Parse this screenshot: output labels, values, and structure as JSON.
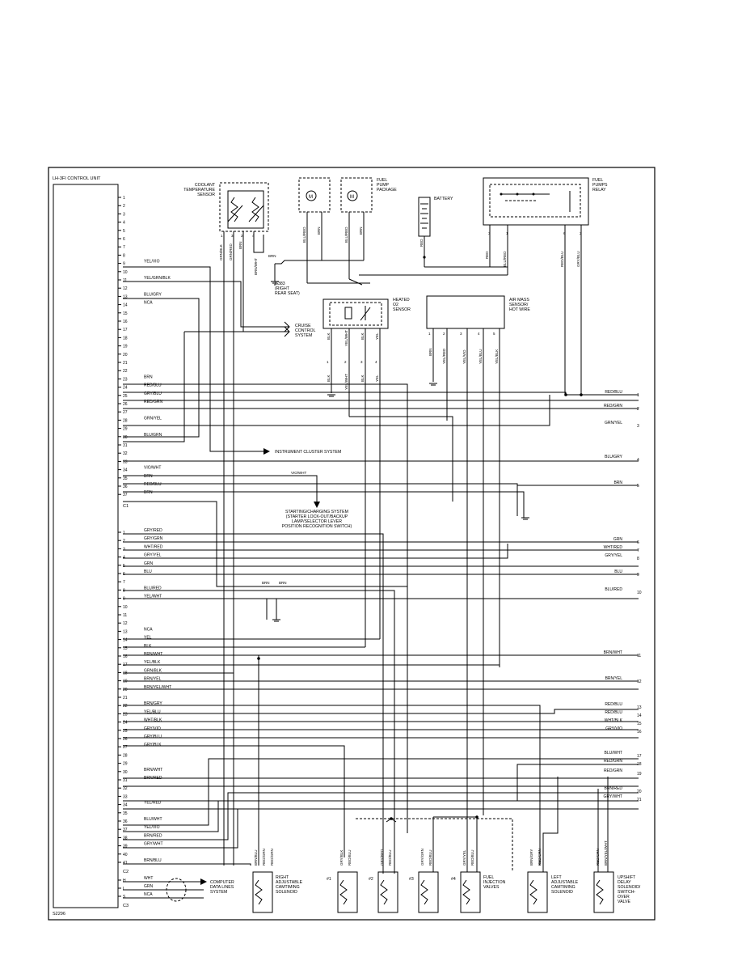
{
  "ecu": {
    "title": "LH-3FI CONTROL UNIT",
    "ref": "S2296",
    "c1_label": "C1",
    "c2_label": "C2",
    "c3_label": "C3",
    "c1_pins": [
      {
        "n": "1",
        "w": ""
      },
      {
        "n": "2",
        "w": ""
      },
      {
        "n": "3",
        "w": ""
      },
      {
        "n": "4",
        "w": ""
      },
      {
        "n": "5",
        "w": ""
      },
      {
        "n": "6",
        "w": ""
      },
      {
        "n": "7",
        "w": ""
      },
      {
        "n": "8",
        "w": ""
      },
      {
        "n": "9",
        "w": "YEL/VIO"
      },
      {
        "n": "10",
        "w": ""
      },
      {
        "n": "11",
        "w": "YEL/GRN/BLK"
      },
      {
        "n": "12",
        "w": ""
      },
      {
        "n": "13",
        "w": "BLU/GRY"
      },
      {
        "n": "14",
        "w": "NCA"
      },
      {
        "n": "15",
        "w": ""
      },
      {
        "n": "16",
        "w": ""
      },
      {
        "n": "17",
        "w": ""
      },
      {
        "n": "18",
        "w": ""
      },
      {
        "n": "19",
        "w": ""
      },
      {
        "n": "20",
        "w": ""
      },
      {
        "n": "21",
        "w": ""
      },
      {
        "n": "22",
        "w": ""
      },
      {
        "n": "23",
        "w": "BRN"
      },
      {
        "n": "24",
        "w": "RED/BLU"
      },
      {
        "n": "25",
        "w": "GRY/BLU"
      },
      {
        "n": "26",
        "w": "RED/GRN"
      },
      {
        "n": "27",
        "w": ""
      },
      {
        "n": "28",
        "w": "GRN/YEL"
      },
      {
        "n": "29",
        "w": ""
      },
      {
        "n": "30",
        "w": "BLU/GRN"
      },
      {
        "n": "31",
        "w": ""
      },
      {
        "n": "32",
        "w": ""
      },
      {
        "n": "33",
        "w": ""
      },
      {
        "n": "34",
        "w": "VIO/WHT"
      },
      {
        "n": "35",
        "w": "BRN"
      },
      {
        "n": "36",
        "w": "RED/BLU"
      },
      {
        "n": "37",
        "w": "BRN"
      }
    ],
    "c2_pins": [
      {
        "n": "1",
        "w": "GRY/RED"
      },
      {
        "n": "2",
        "w": "GRY/GRN"
      },
      {
        "n": "3",
        "w": "WHT/RED"
      },
      {
        "n": "4",
        "w": "GRY/YEL"
      },
      {
        "n": "5",
        "w": "GRN"
      },
      {
        "n": "6",
        "w": "BLU"
      },
      {
        "n": "7",
        "w": ""
      },
      {
        "n": "8",
        "w": "BLU/RED"
      },
      {
        "n": "9",
        "w": "YEL/WHT"
      },
      {
        "n": "10",
        "w": ""
      },
      {
        "n": "11",
        "w": ""
      },
      {
        "n": "12",
        "w": ""
      },
      {
        "n": "13",
        "w": "NCA"
      },
      {
        "n": "14",
        "w": "YEL"
      },
      {
        "n": "15",
        "w": "BLK"
      },
      {
        "n": "16",
        "w": "BRN/WHT"
      },
      {
        "n": "17",
        "w": "YEL/BLK"
      },
      {
        "n": "18",
        "w": "GRN/BLK"
      },
      {
        "n": "19",
        "w": "BRN/YEL"
      },
      {
        "n": "20",
        "w": "BRN/YEL/WHT"
      },
      {
        "n": "21",
        "w": ""
      },
      {
        "n": "22",
        "w": "BRN/GRY"
      },
      {
        "n": "23",
        "w": "YEL/BLU"
      },
      {
        "n": "24",
        "w": "WHT/BLK"
      },
      {
        "n": "25",
        "w": "GRY/VIO"
      },
      {
        "n": "26",
        "w": "GRY/BLU"
      },
      {
        "n": "27",
        "w": "GRY/BLK"
      },
      {
        "n": "28",
        "w": ""
      },
      {
        "n": "29",
        "w": ""
      },
      {
        "n": "30",
        "w": "BRN/WHT"
      },
      {
        "n": "31",
        "w": "BRN/RED"
      },
      {
        "n": "32",
        "w": ""
      },
      {
        "n": "33",
        "w": ""
      },
      {
        "n": "34",
        "w": "YEL/RED"
      },
      {
        "n": "35",
        "w": ""
      },
      {
        "n": "36",
        "w": "BLU/WHT"
      },
      {
        "n": "37",
        "w": "YEL/VIO"
      },
      {
        "n": "38",
        "w": "BRN/RED"
      },
      {
        "n": "39",
        "w": "GRY/WHT"
      },
      {
        "n": "40",
        "w": ""
      },
      {
        "n": "41",
        "w": "BRN/BLU"
      }
    ],
    "c3_pins": [
      {
        "n": "H",
        "w": "WHT"
      },
      {
        "n": "L",
        "w": "GRN"
      },
      {
        "n": "S",
        "w": "NCA"
      }
    ]
  },
  "components": {
    "coolant": "COOLANT TEMPERATURE SENSOR",
    "fuel_pump": "FUEL PUMP PACKAGE",
    "battery": "BATTERY",
    "fuel_pump_relay": "FUEL PUMPS RELAY",
    "ground_g383": "G383 (RIGHT REAR SEAT)",
    "heated_o2": "HEATED O2 SENSOR",
    "air_mass": "AIR MASS SENSOR/ HOT WIRE",
    "cruise": "CRUISE CONTROL SYSTEM",
    "instrument": "INSTRUMENT CLUSTER SYSTEM",
    "starting": "STARTING/CHARGING SYSTEM (STARTER LOCK-OUT/BACKUP LAMP/SELECTOR LEVER POSITION RECOGNITION SWITCH)",
    "computer": "COMPUTER DATA LINES SYSTEM",
    "right_cam": "RIGHT ADJUSTABLE CAMTIMING SOLENOID",
    "injectors": "FUEL INJECTION VALVES",
    "left_cam": "LEFT ADJUSTABLE CAMTIMING SOLENOID",
    "upshift": "UPSHIFT DELAY SOLENOID/ SWITCH-OVER VALVE"
  },
  "injector_labels": [
    "#1",
    "#2",
    "#3",
    "#4"
  ],
  "top_wires": {
    "coolant": [
      "GRN/BLK",
      "GRN/RED",
      "BRN",
      "",
      "BRN/WHT"
    ],
    "coolant_pins": [
      "1",
      "3",
      "2",
      "4"
    ],
    "pump1": [
      "BLU/RED",
      "BRN"
    ],
    "pump2": [
      "BLU/RED",
      "BRN"
    ],
    "ground_wire": "BRN",
    "battery_wire": "RED",
    "relay": [
      "RED",
      "BLU/RED",
      "RED/BLU",
      "GRY/BLU"
    ],
    "relay_pins": [
      "3",
      "1",
      "6",
      "2"
    ],
    "o2_top": [
      "BLK",
      "YEL/WHT",
      "BLK",
      "YEL"
    ],
    "o2_bottom": [
      "BLK",
      "YEL/WHT",
      "BLK",
      "YEL"
    ],
    "o2_pins": [
      "1",
      "2",
      "3",
      "4"
    ],
    "air": [
      "BRN",
      "YEL/RED",
      "YEL/VIO",
      "YEL/BLU",
      "YEL/BLK"
    ],
    "air_pins": [
      "1",
      "2",
      "3",
      "4",
      "5"
    ]
  },
  "actuator_wires": {
    "right_cam": [
      "BRN/BLU",
      "RED/GRN",
      "RED/GRN"
    ],
    "inj1": [
      "GRY/BLK",
      "RED/BLU"
    ],
    "inj2": [
      "GRY/RED",
      "RED/BLU"
    ],
    "inj3": [
      "GRY/GRN",
      "RED/BLU"
    ],
    "inj4": [
      "GRY/YEL",
      "RED/BLU"
    ],
    "left_cam": [
      "BRN/GRY",
      "RED/GRN"
    ],
    "upshift": [
      "RED/GRN",
      "BRN/YEL/WHT"
    ]
  },
  "misc_labels": {
    "vio_wht": "VIO/WHT",
    "brn_a": "BRN",
    "brn_b": "BRN"
  },
  "right_exits": [
    {
      "w": "RED/BLU",
      "n": "1"
    },
    {
      "w": "RED/GRN",
      "n": "2"
    },
    {
      "w": "GRN/YEL",
      "n": "3"
    },
    {
      "w": "BLU/GRY",
      "n": "4"
    },
    {
      "w": "BRN",
      "n": "5"
    },
    {
      "w": "GRN",
      "n": "6"
    },
    {
      "w": "WHT/RED",
      "n": "7"
    },
    {
      "w": "GRY/YEL",
      "n": "8"
    },
    {
      "w": "BLU",
      "n": "9"
    },
    {
      "w": "BLU/RED",
      "n": "10"
    },
    {
      "w": "BRN/WHT",
      "n": "11"
    },
    {
      "w": "BRN/YEL",
      "n": "12"
    },
    {
      "w": "RED/BLU",
      "n": "13"
    },
    {
      "w": "RED/BLU",
      "n": "14"
    },
    {
      "w": "WHT/BLK",
      "n": "15"
    },
    {
      "w": "GRY/VIO",
      "n": "16"
    },
    {
      "w": "BLU/WHT",
      "n": "17"
    },
    {
      "w": "RED/GRN",
      "n": "18"
    },
    {
      "w": "RED/GRN",
      "n": "19"
    },
    {
      "w": "BRN/RED",
      "n": "20"
    },
    {
      "w": "GRY/WHT",
      "n": "21"
    }
  ],
  "colors": {
    "line": "#000000",
    "background": "#ffffff"
  }
}
